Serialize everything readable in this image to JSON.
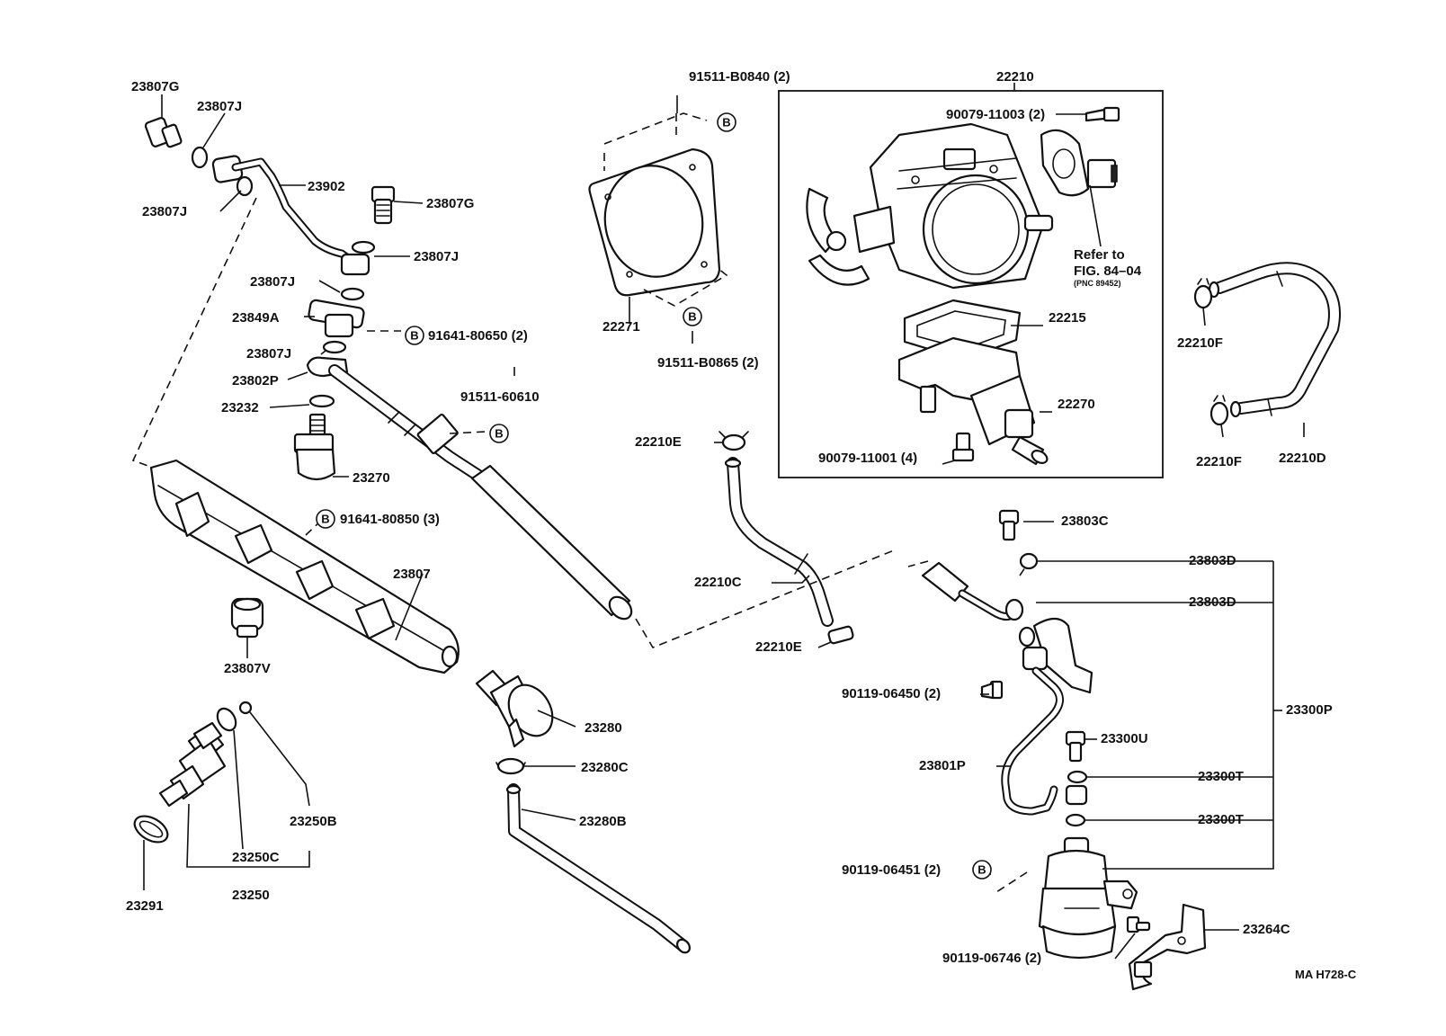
{
  "labels": {
    "p23807G_a": "23807G",
    "p23807J_a": "23807J",
    "p23807J_b": "23807J",
    "p23902": "23902",
    "p23807G_b": "23807G",
    "p23807J_c": "23807J",
    "p23807J_d": "23807J",
    "p23849A": "23849A",
    "b91641_80650": "91641-80650 (2)",
    "p23807J_e": "23807J",
    "p23802P": "23802P",
    "p23232": "23232",
    "b91511_60610": "91511-60610",
    "p23270": "23270",
    "b91641_80850": "91641-80850 (3)",
    "p23807": "23807",
    "p23807V": "23807V",
    "p23280": "23280",
    "p23280C": "23280C",
    "p23280B": "23280B",
    "p23250B": "23250B",
    "p23250C": "23250C",
    "p23250": "23250",
    "p23291": "23291",
    "b91511_B0840": "91511-B0840 (2)",
    "p22271": "22271",
    "b91511_B0865": "91511-B0865 (2)",
    "p22210": "22210",
    "b90079_11003": "90079-11003 (2)",
    "refer_line1": "Refer to",
    "refer_line2": "FIG. 84–04",
    "refer_line3": "(PNC 89452)",
    "p22215": "22215",
    "p22270": "22270",
    "b90079_11001": "90079-11001 (4)",
    "p22210F_a": "22210F",
    "p22210F_b": "22210F",
    "p22210D": "22210D",
    "p22210E_a": "22210E",
    "p22210C": "22210C",
    "p22210E_b": "22210E",
    "p23803C": "23803C",
    "p23803D_a": "23803D",
    "p23803D_b": "23803D",
    "b90119_06450": "90119-06450 (2)",
    "p23300P": "23300P",
    "p23300U": "23300U",
    "p23801P": "23801P",
    "p23300T_a": "23300T",
    "p23300T_b": "23300T",
    "b90119_06451": "90119-06451 (2)",
    "p23264C": "23264C",
    "b90119_06746": "90119-06746 (2)",
    "figure_code": "MA H728-C"
  },
  "callout_letter": "B",
  "colors": {
    "ink": "#111111",
    "paper": "#ffffff",
    "shade": "#d8d8d8"
  }
}
